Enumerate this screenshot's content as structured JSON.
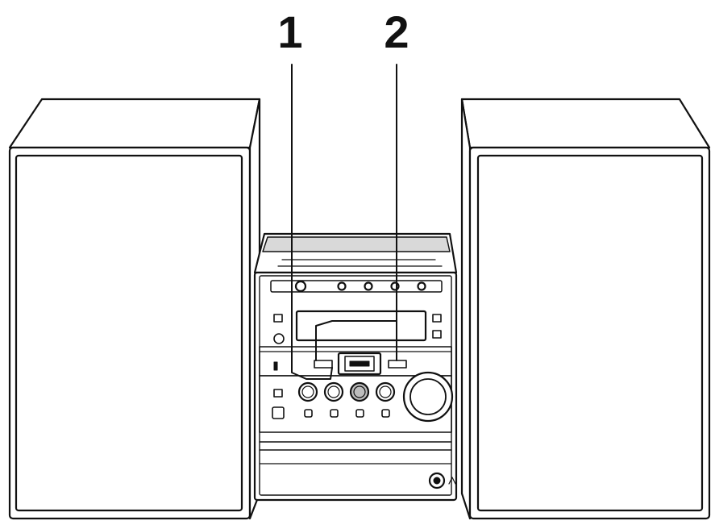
{
  "callouts": [
    {
      "label": "1",
      "target": "left-small-button"
    },
    {
      "label": "2",
      "target": "right-small-button"
    }
  ],
  "colors": {
    "line": "#111111",
    "fill": "#ffffff",
    "shade": "#d9d9d9",
    "knob_fill": "#bdbdbd"
  }
}
